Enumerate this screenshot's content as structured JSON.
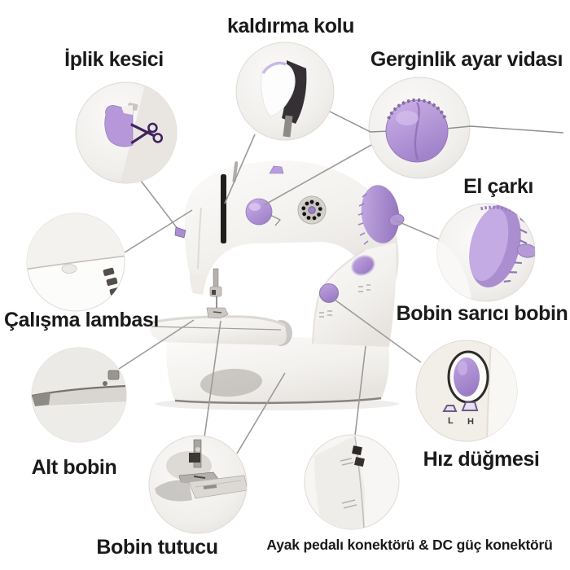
{
  "diagram_title": "",
  "labels": {
    "kaldirma_kolu": "kaldırma kolu",
    "iplik_kesici": "İplik kesici",
    "gerginlik_ayar_vidasi": "Gerginlik ayar vidası",
    "el_carki": "El çarkı",
    "calisma_lambasi": "Çalışma lambası",
    "bobin_sarici_bobin": "Bobin sarıcı bobin",
    "alt_bobin": "Alt bobin",
    "hiz_dugmesi": "Hız düğmesi",
    "bobin_tutucu": "Bobin tutucu",
    "ayak_pedali": "Ayak pedalı konektörü & DC güç konektörü"
  },
  "speed_switch": {
    "low": "L",
    "high": "H"
  },
  "colors": {
    "background": "#ffffff",
    "label_text": "#1a1a1a",
    "leader_line": "#9b9b9b",
    "accent_purple": "#b49bd8",
    "accent_purple_dark": "#8f72b5",
    "scissors_purple": "#42215f",
    "machine_body": "#f5f3f0"
  }
}
